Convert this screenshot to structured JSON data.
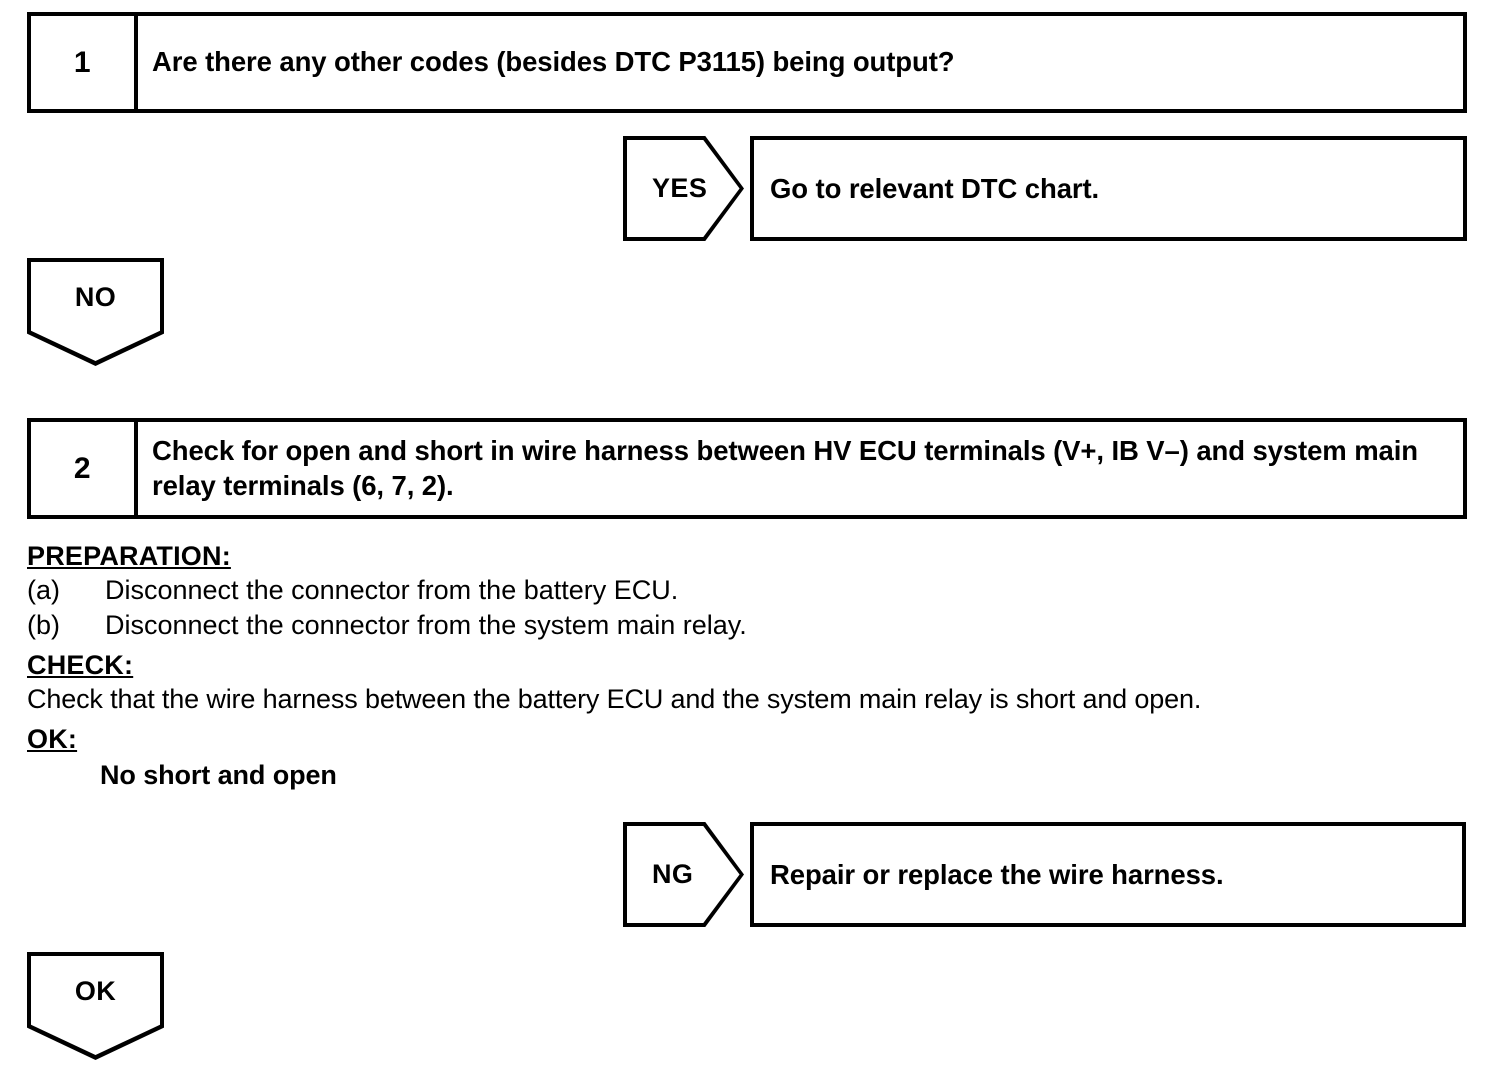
{
  "document": {
    "type": "diagnostic-troubleshooting-flowchart",
    "dtc": "P3115"
  },
  "steps": [
    {
      "number": "1",
      "text": "Are there any other codes (besides DTC P3115) being output?"
    },
    {
      "number": "2",
      "text": "Check for open and short in wire harness between HV ECU terminals (V+, IB V–) and system main relay terminals (6, 7, 2)."
    }
  ],
  "branches": {
    "yes": {
      "label": "YES",
      "result": "Go to relevant DTC chart."
    },
    "no": {
      "label": "NO"
    },
    "ng": {
      "label": "NG",
      "result": "Repair or replace the wire harness."
    },
    "ok": {
      "label": "OK"
    }
  },
  "procedure": {
    "preparation_heading": "PREPARATION:",
    "preparation_items": [
      {
        "tag": "(a)",
        "text": "Disconnect the connector from the battery ECU."
      },
      {
        "tag": "(b)",
        "text": "Disconnect the connector from the system main relay."
      }
    ],
    "check_heading": "CHECK:",
    "check_text": "Check that the wire harness between the battery ECU and the system main relay is short and open.",
    "ok_heading": "OK:",
    "ok_value": "No short and open"
  },
  "colors": {
    "ink": "#000000",
    "paper": "#ffffff"
  }
}
